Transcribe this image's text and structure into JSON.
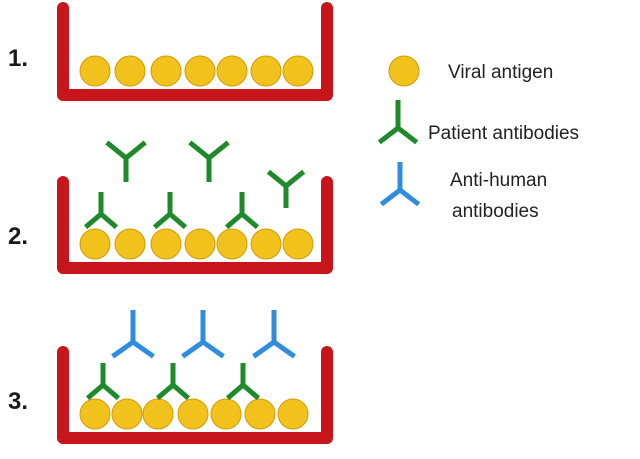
{
  "colors": {
    "well": "#c8151b",
    "antigen": "#f1c21b",
    "antigen_edge": "#d49a08",
    "patient_antibody": "#1e8a2a",
    "anti_human_antibody": "#2f8de0"
  },
  "steps": [
    {
      "label": "1."
    },
    {
      "label": "2."
    },
    {
      "label": "3."
    }
  ],
  "legend": {
    "viral_antigen": "Viral antigen",
    "patient_antibodies": "Patient antibodies",
    "anti_human_line1": "Anti-human",
    "anti_human_line2": "antibodies"
  }
}
